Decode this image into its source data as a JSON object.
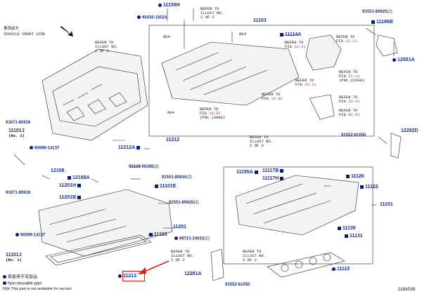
{
  "header": {
    "front_side_label": "VEHICLE FRONT SIDE",
    "front_side_label_jp": "車両前方"
  },
  "legend": {
    "non_reusable_jp": "再使用不可部品",
    "non_reusable": "Non-reusable part",
    "not_available": "N04 This part is not available for service"
  },
  "diagram_code": "11B453B",
  "highlight_part": "11213",
  "parts": {
    "p11159H": "11159H",
    "p90430_10024": "90430-10024",
    "p11103": "11103",
    "p11114A": "11114A",
    "p91551_80825": "91551-80825",
    "q91551_80825": "(2)",
    "p11186B": "11186B",
    "p12551A": "12551A",
    "p91671_80616a": "91671-80616",
    "p11101J_a": "11101J",
    "q11101J_a": "(No. 2)",
    "p90099_14137a": "90099-14137",
    "p12108": "12108",
    "p12108A": "12108A",
    "p11201H": "11201H",
    "p91671_80616b": "91671-80616",
    "p11201B": "11201B",
    "p90099_14137b": "90099-14137",
    "p11101J_b": "11101J",
    "q11101J_b": "(No. 1)",
    "p11212": "11212",
    "p11212A": "11212A",
    "p90109_06385": "90109-06385",
    "q90109_06385": "(2)",
    "p91551_80616": "91551-80616",
    "q91551_80616": "(2)",
    "p11101E": "11101E",
    "p91551_80625": "91551-80625",
    "q91551_80625": "(2)",
    "p11193": "11193",
    "p11201": "11201",
    "p96721_24015": "96721-24015",
    "q96721_24015": "(2)",
    "p91552_81050a": "91552-81050",
    "p12282D": "12282D",
    "p11155A": "11155A",
    "p11117B": "11117B",
    "p11117H": "11117H",
    "p11126": "11126",
    "p11122": "11122",
    "p11101": "11101",
    "p11135": "11135",
    "p11131": "11131",
    "p11115": "11115",
    "p12281A": "12281A",
    "p91552_81050b": "91552-81050",
    "p11213": "11213"
  },
  "blacklabels": {
    "n04a": "N04",
    "n04b": "N04",
    "n04c": "N04"
  },
  "refs": {
    "r1": "REFER TO\nILLUST NO.\n2 OF 2",
    "r2": "REFER TO\nILLUST NO.\n2 OF 2",
    "r3a": "REFER TO",
    "r3b": "FIG ",
    "r3fig": "22-11",
    "r4a": "REFER TO",
    "r4b": "FIG ",
    "r4fig": "22-11",
    "r5a": "REFER TO",
    "r5b": "FIG ",
    "r5fig": "22-11",
    "r5c": "(PNC 222A0)",
    "r6a": "REFER TO",
    "r6b": "FIG ",
    "r6fig": "22-11",
    "r7a": "REFER TO",
    "r7b": "FIG ",
    "r7fig": "13-02",
    "r8a": "REFER TO",
    "r8b": "FIG ",
    "r8fig": "13-02",
    "r8c": "(PNC 13908)",
    "r9a": "REFER TO",
    "r9b": "FIG ",
    "r9fig": "22-11",
    "r10a": "REFER TO",
    "r10b": "FIG ",
    "r10fig": "82-02",
    "r11": "REFER TO\nILLUST NO.\n2 OF 2",
    "r12": "REFER TO\nILLUST NO.\n2 OF 2",
    "r13": "REFER TO\nILLUST NO.\n2 OF 2"
  }
}
